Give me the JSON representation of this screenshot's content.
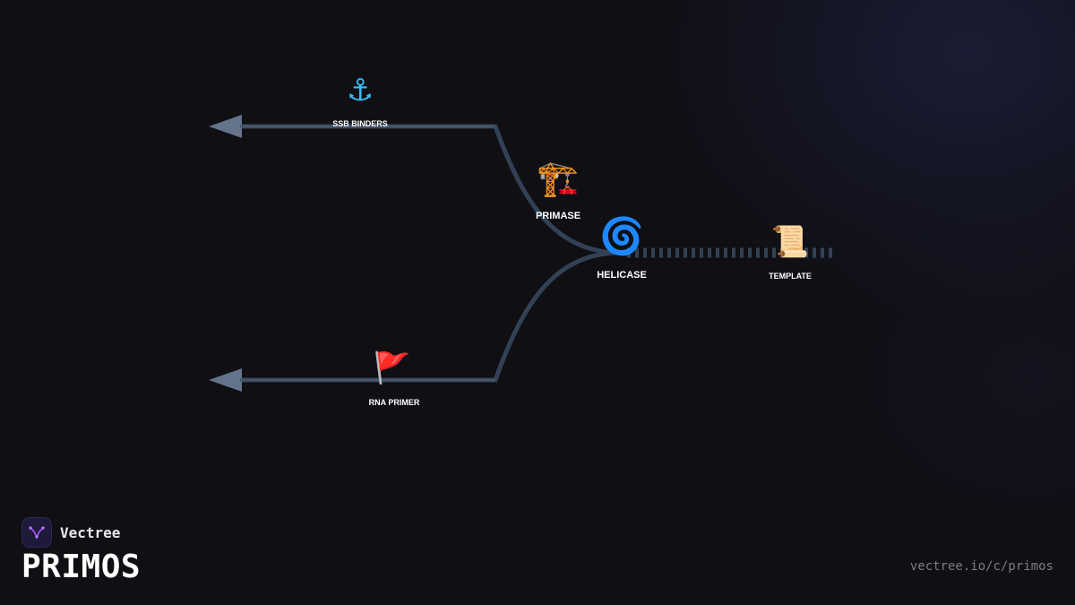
{
  "diagram": {
    "labels": {
      "ssb_binders": "SSB BINDERS",
      "primase": "PRIMASE",
      "helicase": "HELICASE",
      "template": "TEMPLATE",
      "rna_primer": "RNA PRIMER"
    },
    "icons": {
      "ssb_binders": "⚓",
      "primase": "🏗️",
      "helicase": "🌀",
      "template": "📜",
      "rna_primer": "🚩"
    },
    "colors": {
      "strand": "#334155",
      "arrow": "#64748b",
      "template_strand": "#334155",
      "icon_anchor": "#38bdf8",
      "icon_helicase": "#3b82f6",
      "icon_flag": "#ef4444"
    }
  },
  "brand": {
    "name": "Vectree",
    "title": "PRIMOS",
    "url": "vectree.io/c/primos"
  }
}
